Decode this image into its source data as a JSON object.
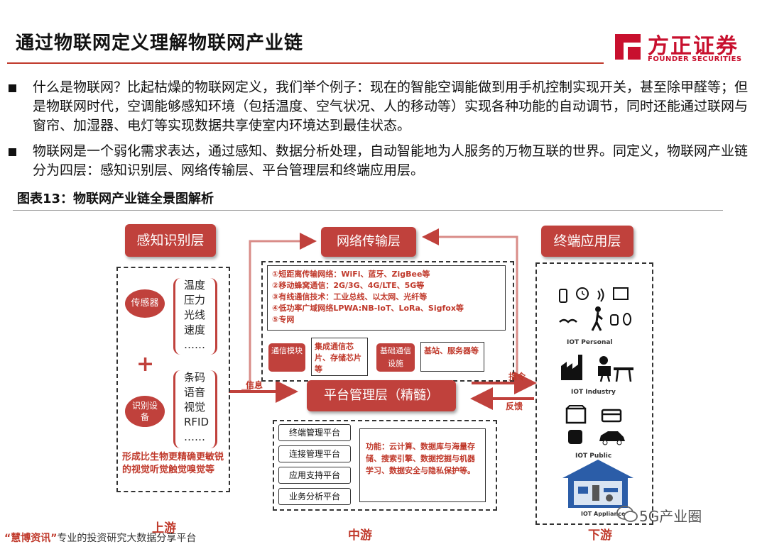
{
  "header": {
    "title": "通过物联网定义理解物联网产业链",
    "logo_text": "方正证券",
    "logo_sub": "FOUNDER SECURITIES"
  },
  "bullets": [
    "什么是物联网？比起枯燥的物联网定义，我们举个例子：现在的智能空调能做到用手机控制实现开关，甚至除甲醛等；但是物联网时代，空调能够感知环境（包括温度、空气状况、人的移动等）实现各种功能的自动调节，同时还能通过联网与窗帘、加湿器、电灯等实现数据共享使室内环境达到最佳状态。",
    "物联网是一个弱化需求表达，通过感知、数据分析处理，自动智能地为人服务的万物互联的世界。同定义，物联网产业链分为四层：感知识别层、网络传输层、平台管理层和终端应用层。"
  ],
  "figure": {
    "label": "图表13：物联网产业链全景图解析",
    "perception": {
      "title": "感知识别层",
      "sensor": "传感器",
      "sensor_items": [
        "温度",
        "压力",
        "光线",
        "速度",
        "……"
      ],
      "plus": "+",
      "recog": "识别设备",
      "recog_items": [
        "条码",
        "语音",
        "视觉",
        "RFID",
        "……"
      ],
      "summary": "形成比生物更精确更敏锐的视觉听觉触觉嗅觉等"
    },
    "network": {
      "title": "网络传输层",
      "lines": [
        "①短距离传输网络：WiFi、蓝牙、ZigBee等",
        "②移动蜂窝通信：2G/3G、4G/LTE、5G等",
        "③有线通信技术：工业总线、以太网、光纤等",
        "④低功率广域网络LPWA:NB-IoT、LoRa、Sigfox等",
        "⑤专网"
      ],
      "module_pill": "通信模块",
      "module_text": "集成通信芯片、存储芯片等",
      "infra_pill": "基础通信设施",
      "infra_text": "基站、服务器等"
    },
    "platform": {
      "title": "平台管理层（精髓）",
      "items": [
        "终端管理平台",
        "连接管理平台",
        "应用支持平台",
        "业务分析平台"
      ],
      "function": "功能：云计算、数据库与海量存储、搜索引擎、数据挖掘与机器学习、数据安全与隐私保护等。"
    },
    "application": {
      "title": "终端应用层",
      "groups": [
        "IOT Personal",
        "IOT Industry",
        "IOT Public",
        "IOT Appliance"
      ]
    },
    "arrows": {
      "info": "信息",
      "command": "指令",
      "feedback": "反馈"
    },
    "stages": [
      "上游",
      "中游",
      "下游"
    ]
  },
  "footer": {
    "quote": "“慧博资讯”",
    "text": "专业的投资研究大数据分享平台"
  },
  "watermark": "5G产业圈",
  "colors": {
    "accent": "#c0413c",
    "brand": "#c8102e"
  }
}
